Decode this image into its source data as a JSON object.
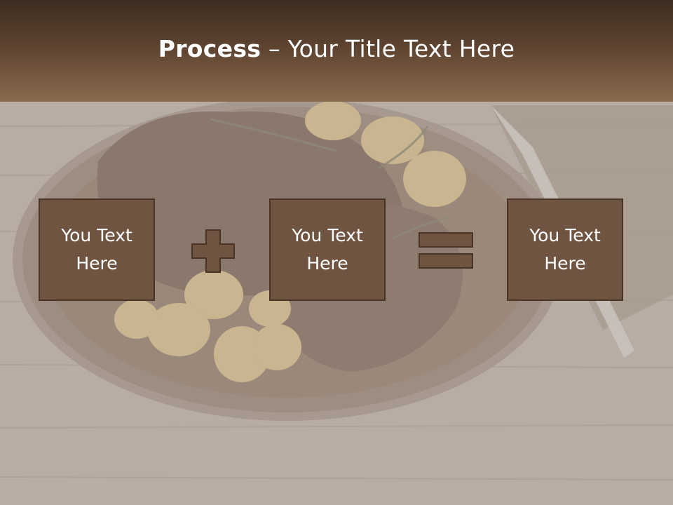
{
  "header": {
    "title_bold": "Process",
    "title_rest": " – Your Title Text Here"
  },
  "process": {
    "boxes": [
      {
        "label": "You Text Here"
      },
      {
        "label": "You Text Here"
      },
      {
        "label": "You Text Here"
      }
    ],
    "operators": [
      "plus-icon",
      "equals-icon"
    ]
  },
  "colors": {
    "box_fill": "#6f5442",
    "box_border": "#4a3426",
    "header_dark": "#3c2c20",
    "header_light": "#8a6a4e"
  }
}
